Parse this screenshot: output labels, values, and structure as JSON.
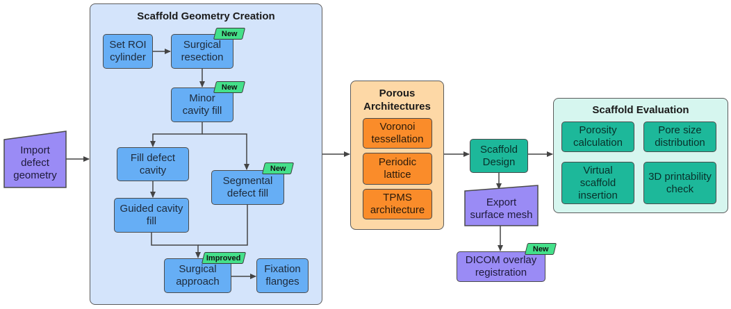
{
  "colors": {
    "group_geometry_bg": "#d4e4fb",
    "group_porous_bg": "#fdd8a6",
    "group_eval_bg": "#d6f6ef",
    "node_blue": "#66aef5",
    "node_orange": "#fa8c2a",
    "node_teal": "#1db89a",
    "node_purple": "#9a8bf5",
    "badge_green": "#44e08a"
  },
  "groups": {
    "geometry": {
      "title": "Scaffold Geometry Creation"
    },
    "porous": {
      "title": "Porous\nArchitectures"
    },
    "evaluation": {
      "title": "Scaffold Evaluation"
    }
  },
  "nodes": {
    "import_defect": "Import\ndefect\ngeometry",
    "set_roi": "Set ROI\ncylinder",
    "surgical_resection": "Surgical\nresection",
    "minor_cavity_fill": "Minor\ncavity fill",
    "fill_defect_cavity": "Fill defect\ncavity",
    "guided_cavity_fill": "Guided cavity\nfill",
    "segmental_defect_fill": "Segmental\ndefect fill",
    "surgical_approach": "Surgical\napproach",
    "fixation_flanges": "Fixation\nflanges",
    "voronoi": "Voronoi\ntessellation",
    "periodic_lattice": "Periodic\nlattice",
    "tpms": "TPMS\narchitecture",
    "scaffold_design": "Scaffold\nDesign",
    "export_mesh": "Export\nsurface mesh",
    "dicom_overlay": "DICOM overlay\nregistration",
    "porosity": "Porosity\ncalculation",
    "pore_size": "Pore size\ndistribution",
    "virtual_insertion": "Virtual\nscaffold\ninsertion",
    "printability": "3D printability\ncheck"
  },
  "badges": {
    "surgical_resection": "New",
    "minor_cavity_fill": "New",
    "segmental_defect_fill": "New",
    "surgical_approach": "Improved",
    "dicom_overlay": "New"
  }
}
